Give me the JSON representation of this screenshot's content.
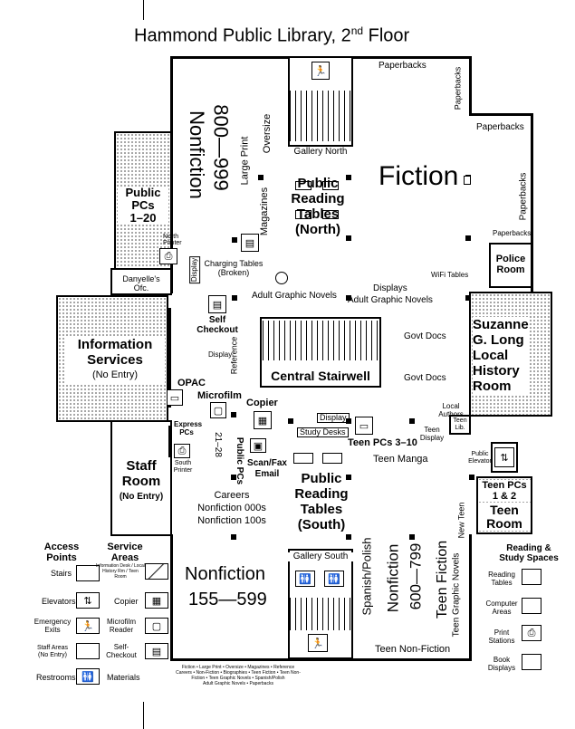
{
  "title": "Hammond Public Library, 2",
  "title_sup": "nd",
  "title_tail": " Floor",
  "areas": {
    "paperbacks_top": "Paperbacks",
    "paperbacks_vert": "Paperbacks",
    "paperbacks_mid": "Paperbacks",
    "paperbacks_side": "Paperbacks",
    "paperbacks_small": "Paperbacks",
    "nonfiction_800": "Nonfiction",
    "nonfiction_800_range": "800—999",
    "large_print": "Large Print",
    "oversize": "Oversize",
    "gallery_north": "Gallery North",
    "fiction": "Fiction",
    "magazines": "Magazines",
    "public_reading_north": [
      "Public",
      "Reading",
      "Tables",
      "(North)"
    ],
    "public_pcs": [
      "Public",
      "PCs",
      "1–20"
    ],
    "north_printer": "North Printer",
    "display_left": "Display",
    "charging_tables": "Charging Tables",
    "charging_broken": "(Broken)",
    "police_room": [
      "Police",
      "Room"
    ],
    "wifi_tables": "WiFi Tables",
    "displays": "Displays",
    "adult_graphic_1": "Adult Graphic Novels",
    "adult_graphic_2": "Adult Graphic Novels",
    "danyelles": [
      "Danyelle's",
      "Ofc."
    ],
    "self_checkout": [
      "Self",
      "Checkout"
    ],
    "information_services": [
      "Information",
      "Services"
    ],
    "no_entry_info": "(No Entry)",
    "display_small": "Display",
    "reference": "Reference",
    "central_stairwell": "Central Stairwell",
    "govt_docs_1": "Govt Docs",
    "govt_docs_2": "Govt Docs",
    "suzanne": [
      "Suzanne",
      "G. Long",
      "Local",
      "History",
      "Room"
    ],
    "opac": "OPAC",
    "microfilm": "Microfilm",
    "copier": "Copier",
    "display_center": "Display",
    "study_desks": "Study Desks",
    "local_authors": [
      "Local",
      "Authors"
    ],
    "teen_pcs_3_10": "Teen PCs 3–10",
    "teen_display": [
      "Teen",
      "Display"
    ],
    "teen_lib": [
      "Teen",
      "Lib."
    ],
    "express_pcs": [
      "Express",
      "PCs"
    ],
    "public_pcs_21": "Public PCs",
    "public_pcs_21_range": "21–28",
    "scan_fax": [
      "Scan/Fax",
      "Email"
    ],
    "south_printer": [
      "South",
      "Printer"
    ],
    "teen_manga": "Teen Manga",
    "public_elevator": [
      "Public",
      "Elevator"
    ],
    "staff_room": [
      "Staff",
      "Room"
    ],
    "no_entry_staff": "(No Entry)",
    "careers": [
      "Careers",
      "Nonfiction 000s",
      "Nonfiction 100s"
    ],
    "public_reading_south": [
      "Public",
      "Reading",
      "Tables",
      "(South)"
    ],
    "teen_pcs_1_2": [
      "Teen PCs",
      "1 & 2"
    ],
    "teen_room": [
      "Teen",
      "Room"
    ],
    "new_teen": "New Teen",
    "gallery_south": "Gallery South",
    "spanish_polish": "Spanish/Polish",
    "nonfiction_600": "Nonfiction",
    "nonfiction_600_range": "600—799",
    "teen_fiction": "Teen Fiction",
    "teen_graphic": "Teen Graphic Novels",
    "nonfiction_155": "Nonfiction",
    "nonfiction_155_range": "155—599",
    "teen_nonfiction": "Teen Non-Fiction"
  },
  "legend_left": {
    "access_heading": [
      "Access",
      "Points"
    ],
    "service_heading": [
      "Service",
      "Areas"
    ],
    "access": [
      "Stairs",
      "Elevators",
      "Emergency Exits",
      "Staff Areas (No Entry)",
      "Restrooms"
    ],
    "service": [
      "Information Desk / Local History Rm / Teen Room",
      "Copier",
      "Microfilm Reader",
      "Self-Checkout",
      "Materials"
    ]
  },
  "legend_right": {
    "heading": [
      "Reading &",
      "Study Spaces"
    ],
    "items": [
      "Reading Tables",
      "Computer Areas",
      "Print Stations",
      "Book Displays"
    ]
  },
  "materials_note": [
    "Fiction • Large Print • Oversize • Magazines • Reference",
    "Careers • Non-Fiction • Biographies • Teen Fiction • Teen Non-",
    "Fiction • Teen Graphic Novels • Spanish/Polish",
    "Adult Graphic Novels • Paperbacks"
  ],
  "icons": {
    "stairs": "stairs-icon",
    "elevator": "elevator-icon",
    "exit": "emergency-exit-icon",
    "restroom": "restroom-icon",
    "copier": "copier-icon",
    "microfilm": "microfilm-icon",
    "self_checkout": "self-checkout-icon",
    "printer": "printer-icon"
  }
}
